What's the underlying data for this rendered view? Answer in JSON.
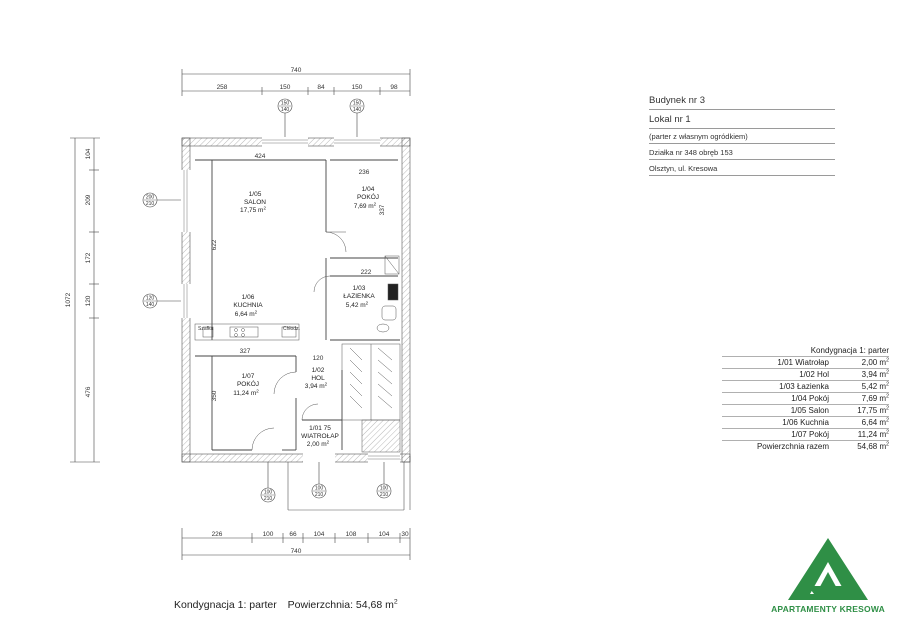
{
  "info": {
    "building": "Budynek nr 3",
    "unit": "Lokal nr 1",
    "note": "(parter z własnym ogródkiem)",
    "plot": "Działka nr 348 obręb 153",
    "address": "Olsztyn, ul. Kresowa"
  },
  "table": {
    "header": "Kondygnacja 1: parter",
    "rows": [
      {
        "name": "1/01 Wiatrołap",
        "area": "2,00 m"
      },
      {
        "name": "1/02 Hol",
        "area": "3,94 m"
      },
      {
        "name": "1/03 Łazienka",
        "area": "5,42 m"
      },
      {
        "name": "1/04 Pokój",
        "area": "7,69 m"
      },
      {
        "name": "1/05 Salon",
        "area": "17,75 m"
      },
      {
        "name": "1/06 Kuchnia",
        "area": "6,64 m"
      },
      {
        "name": "1/07 Pokój",
        "area": "11,24 m"
      },
      {
        "name": "Powierzchnia razem",
        "area": "54,68 m"
      }
    ],
    "unit_sup": "2"
  },
  "footer": {
    "level": "Kondygnacja 1: parter",
    "area": "Powierzchnia: 54,68 m",
    "area_sup": "2"
  },
  "brand": {
    "name": "APARTAMENTY KRESOWA",
    "color": "#2f8f46"
  },
  "rooms": [
    {
      "id": "1/05",
      "name": "SALON",
      "area": "17,75 m"
    },
    {
      "id": "1/04",
      "name": "POKÓJ",
      "area": "7,69 m"
    },
    {
      "id": "1/06",
      "name": "KUCHNIA",
      "area": "6,64 m"
    },
    {
      "id": "1/03",
      "name": "ŁAZIENKA",
      "area": "5,42 m"
    },
    {
      "id": "1/07",
      "name": "POKÓJ",
      "area": "11,24 m"
    },
    {
      "id": "1/02",
      "name": "HOL",
      "area": "3,94 m"
    },
    {
      "id": "1/01",
      "name": "WIATROŁAP",
      "area": "2,00 m"
    }
  ],
  "dims": {
    "top_total": "740",
    "top_segments": [
      "258",
      "150",
      "84",
      "150",
      "98"
    ],
    "top_windows": [
      [
        "150",
        "140"
      ],
      [
        "150",
        "140"
      ]
    ],
    "bottom_total": "740",
    "bottom_segments": [
      "226",
      "100",
      "66",
      "104",
      "108",
      "104",
      "30"
    ],
    "left_total": "1072",
    "left_segments": [
      "104",
      "209",
      "172",
      "120",
      "476"
    ],
    "left_windows": [
      [
        "200",
        "210"
      ],
      [
        "120",
        "140"
      ]
    ],
    "bottom_doors": [
      [
        "100",
        "210"
      ],
      [
        "100",
        "210"
      ],
      [
        "100",
        "210"
      ]
    ],
    "interior": [
      "424",
      "236",
      "222",
      "327",
      "120",
      "622",
      "337",
      "350",
      "1/01 75"
    ]
  }
}
